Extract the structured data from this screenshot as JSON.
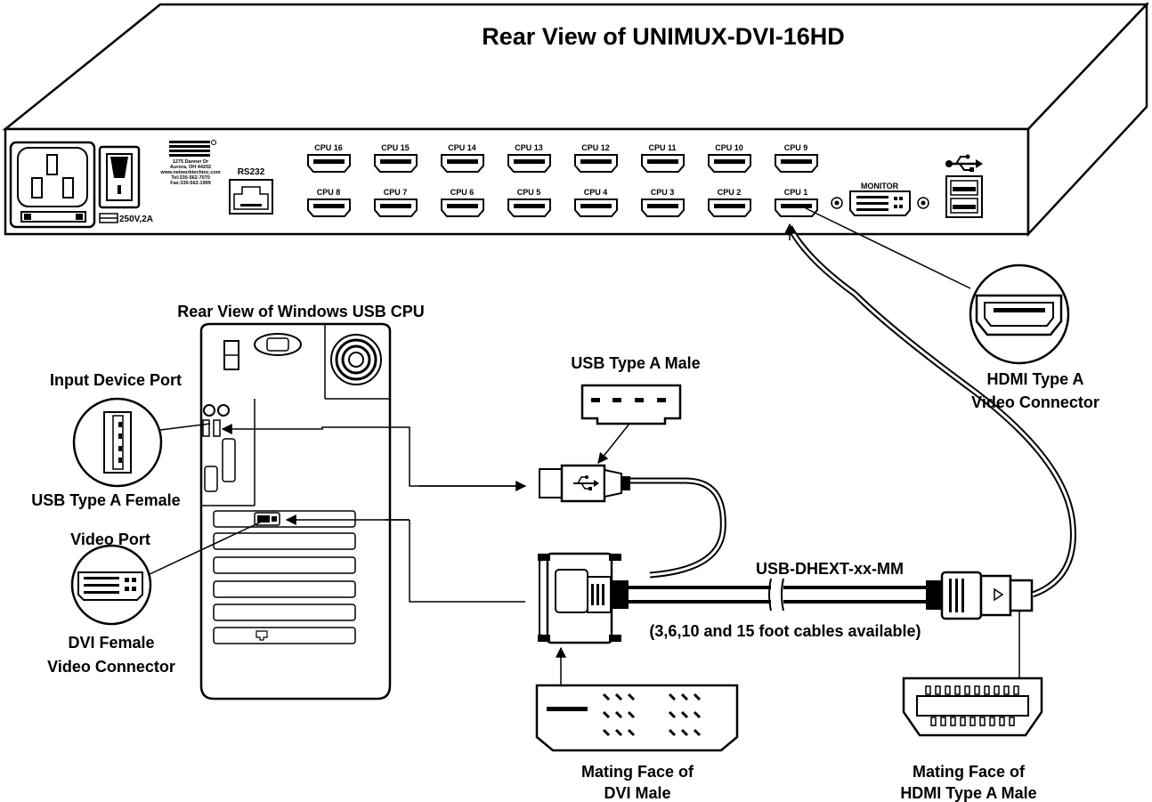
{
  "title": "Rear View of UNIMUX-DVI-16HD",
  "kvm": {
    "ports_top": [
      "CPU 16",
      "CPU 15",
      "CPU 14",
      "CPU 13",
      "CPU 12",
      "CPU 11",
      "CPU 10",
      "CPU 9"
    ],
    "ports_bottom": [
      "CPU 8",
      "CPU 7",
      "CPU 6",
      "CPU 5",
      "CPU 4",
      "CPU 3",
      "CPU 2",
      "CPU 1"
    ],
    "rs232": "RS232",
    "monitor": "MONITOR",
    "fuse": "250V,2A",
    "address": [
      "1275 Danner Dr",
      "Aurora, OH 44202",
      "www.networktechinc.com",
      "Tel:330-562-7070",
      "Fax:330-562-1999"
    ]
  },
  "labels": {
    "cpu_rear": "Rear View of Windows USB CPU",
    "input_device_port": "Input Device Port",
    "usb_female": "USB Type A Female",
    "video_port": "Video Port",
    "dvi_female_1": "DVI Female",
    "dvi_female_2": "Video Connector",
    "usb_male": "USB Type A Male",
    "hdmi_connector_1": "HDMI Type A",
    "hdmi_connector_2": "Video Connector",
    "cable": "USB-DHEXT-xx-MM",
    "cable_note": "(3,6,10 and 15 foot cables available)",
    "dvi_mating_1": "Mating Face of",
    "dvi_mating_2": "DVI Male",
    "hdmi_mating_1": "Mating Face of",
    "hdmi_mating_2": "HDMI Type A Male"
  }
}
